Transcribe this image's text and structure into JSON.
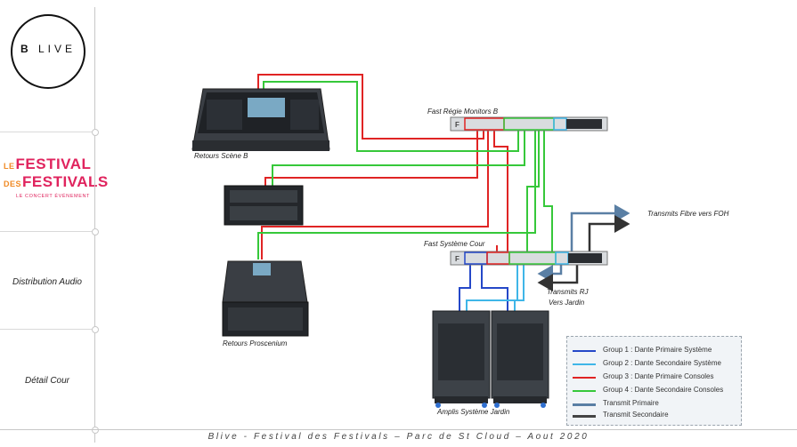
{
  "sidebar": {
    "logo": {
      "letter_bold": "B",
      "letters_rest": "LIVE"
    },
    "festival_logo": {
      "line1_small": "LE",
      "line1": "FESTIVAL",
      "line2_small": "DES",
      "line2": "FESTIVALS",
      "tagline": "LE CONCERT ÉVÉNEMENT"
    },
    "section_distribution": "Distribution Audio",
    "section_detail": "Détail Cour"
  },
  "diagram": {
    "labels": {
      "retours_scene": "Retours Scène B",
      "fast_regie": "Fast Régie Monitors B",
      "fast_systeme": "Fast Système Cour",
      "transmits_fibre": "Transmits Fibre  vers FOH",
      "transmits_rj_1": "Transmits RJ",
      "transmits_rj_2": "Vers Jardin",
      "retours_proscenium": "Retours Proscenium",
      "amplis": "Amplis Système Jardin"
    },
    "rack_letter": "F"
  },
  "legend": {
    "items": [
      {
        "label": "Group 1 : Dante Primaire Système",
        "color": "#2548c8"
      },
      {
        "label": "Group 2 : Dante Secondaire Système",
        "color": "#3fb6e8"
      },
      {
        "label": "Group 3 : Dante Primaire Consoles",
        "color": "#e02424"
      },
      {
        "label": "Group 4 : Dante Secondaire Consoles",
        "color": "#36c83a"
      },
      {
        "label": "Transmit Primaire",
        "color": "#5a7fa4"
      },
      {
        "label": "Transmit Secondaire",
        "color": "#444444"
      }
    ]
  },
  "footer": {
    "text": "Blive - Festival des Festivals – Parc de St Cloud – Aout 2020"
  }
}
